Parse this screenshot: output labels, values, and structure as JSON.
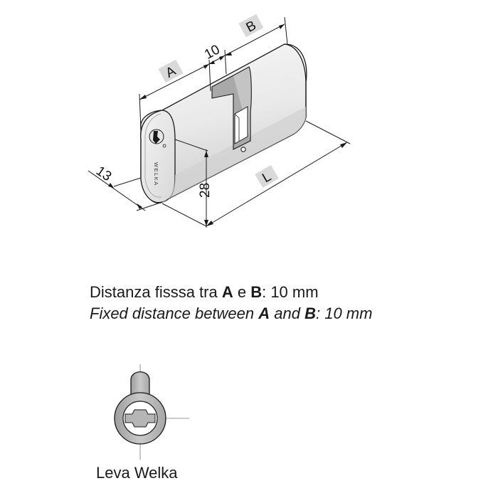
{
  "dimensions": {
    "a": "A",
    "ten": "10",
    "b": "B",
    "thirteen": "13",
    "twenty_eight": "28",
    "l": "L"
  },
  "body_marking": "WELKA",
  "caption_it": {
    "text1": "Distanza fisssa tra ",
    "a": "A",
    "text2": " e ",
    "b": "B",
    "text3": ": 10 mm"
  },
  "caption_en": {
    "text1": "Fixed distance between ",
    "a": "A",
    "text2": " and ",
    "b": "B",
    "text3": ": 10 mm"
  },
  "cam_label": "Leva Welka",
  "colors": {
    "line": "#1a1a1a",
    "body_light": "#f2f2f2",
    "body_shade": "#d6d6d6",
    "cam_gray": "#bdbdbd",
    "label_box": "#d9d9d9"
  }
}
